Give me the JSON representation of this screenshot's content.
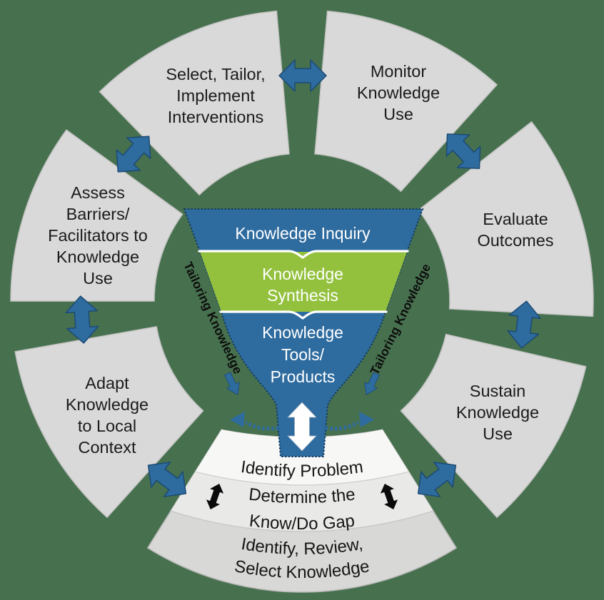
{
  "colors": {
    "background": "#47714E",
    "segment_gray": "#D9D9D9",
    "arrow_blue": "#2E6B9E",
    "funnel_blue": "#2E6B9E",
    "funnel_green": "#93C13E",
    "band_identify_problem": "#F7F7F6",
    "band_know_do_gap": "#E9E9E8",
    "band_select_knowledge": "#D8D8D7",
    "black_arrow": "#0A0A0A",
    "white_arrow": "#FFFFFF"
  },
  "outer_segments": [
    {
      "lines": [
        "Select, Tailor,",
        "Implement",
        "Interventions"
      ]
    },
    {
      "lines": [
        "Monitor",
        "Knowledge",
        "Use"
      ]
    },
    {
      "lines": [
        "Evaluate",
        "Outcomes"
      ]
    },
    {
      "lines": [
        "Sustain",
        "Knowledge",
        "Use"
      ]
    },
    {
      "lines": [
        "Adapt",
        "Knowledge",
        "to Local",
        "Context"
      ]
    },
    {
      "lines": [
        "Assess",
        "Barriers/",
        "Facilitators to",
        "Knowledge",
        "Use"
      ]
    }
  ],
  "action_bands": [
    {
      "lines": [
        "Identify Problem"
      ]
    },
    {
      "lines": [
        "Determine the",
        "Know/Do Gap"
      ]
    },
    {
      "lines": [
        "Identify, Review,",
        "Select Knowledge"
      ]
    }
  ],
  "funnel": {
    "top_label": "Knowledge Inquiry",
    "middle_lines": [
      "Knowledge",
      "Synthesis"
    ],
    "bottom_lines": [
      "Knowledge",
      "Tools/",
      "Products"
    ],
    "left_side_label": "Tailoring Knowledge",
    "right_side_label": "Tailoring Knowledge"
  },
  "icons": {
    "cycle_arrow": "blue double-headed arrow",
    "band_exchange_arrow": "black double-headed arrow",
    "funnel_action_arrow": "white double-headed vertical arrow",
    "tailoring_arrow": "small blue arrow",
    "dashed_flow_arrow": "blue dashed curved arrow"
  }
}
